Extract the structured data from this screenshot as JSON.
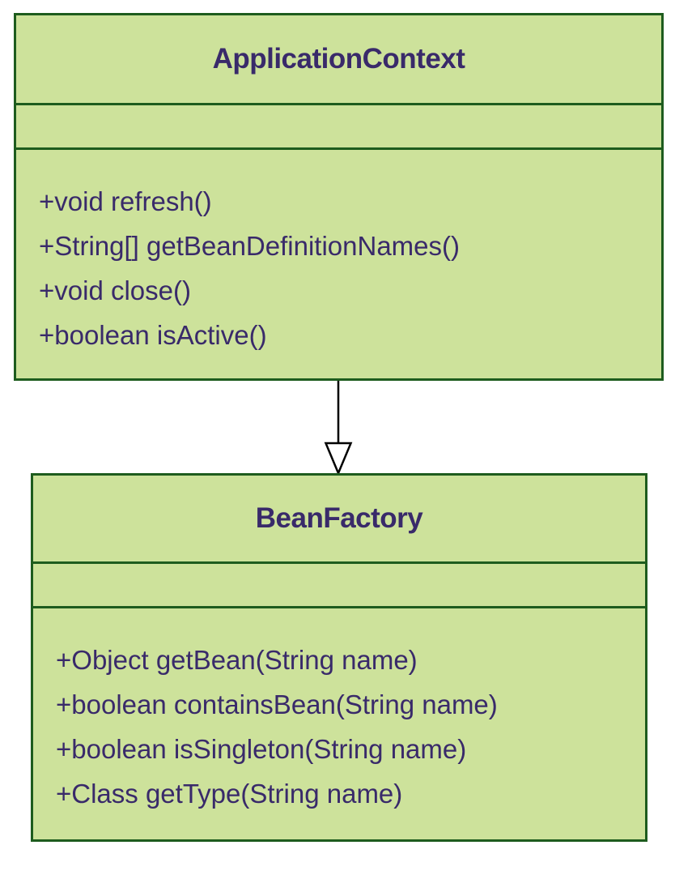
{
  "diagram": {
    "type": "uml-class-diagram",
    "background": "#ffffff",
    "classes": [
      {
        "name": "ApplicationContext",
        "attributes": [],
        "methods": [
          "+void refresh()",
          "+String[] getBeanDefinitionNames()",
          "+void close()",
          "+boolean isActive()"
        ]
      },
      {
        "name": "BeanFactory",
        "attributes": [],
        "methods": [
          "+Object getBean(String name)",
          "+boolean containsBean(String name)",
          "+boolean isSingleton(String name)",
          "+Class getType(String name)"
        ]
      }
    ],
    "relationship": {
      "type": "generalization",
      "from": "ApplicationContext",
      "to": "BeanFactory",
      "arrowhead": "hollow-triangle",
      "direction": "down"
    },
    "colors": {
      "box_fill": "#cde29b",
      "box_border": "#1e5c1e",
      "text": "#392a6a",
      "arrow": "#000000"
    }
  }
}
